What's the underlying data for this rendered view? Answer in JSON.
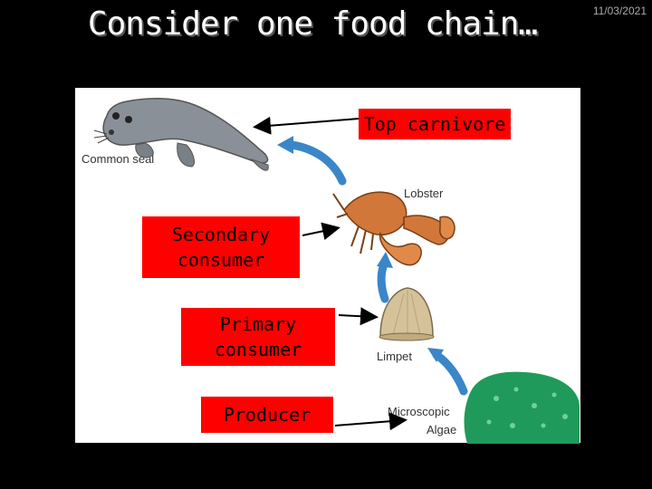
{
  "slide": {
    "title": "Consider one food chain…",
    "date": "11/03/2021"
  },
  "levels": {
    "top": "Top carnivore",
    "secondary": "Secondary consumer",
    "primary": "Primary consumer",
    "producer": "Producer"
  },
  "organisms": {
    "seal": "Common seal",
    "lobster": "Lobster",
    "limpet": "Limpet",
    "algae_line1": "Microscopic",
    "algae_line2": "Algae"
  },
  "colors": {
    "label_fill": "#ff0000",
    "flow_arrow": "#3a86c8",
    "seal": "#8a9097",
    "lobster": "#d2773a",
    "limpet": "#d6c29a",
    "algae": "#1f9a5a"
  }
}
